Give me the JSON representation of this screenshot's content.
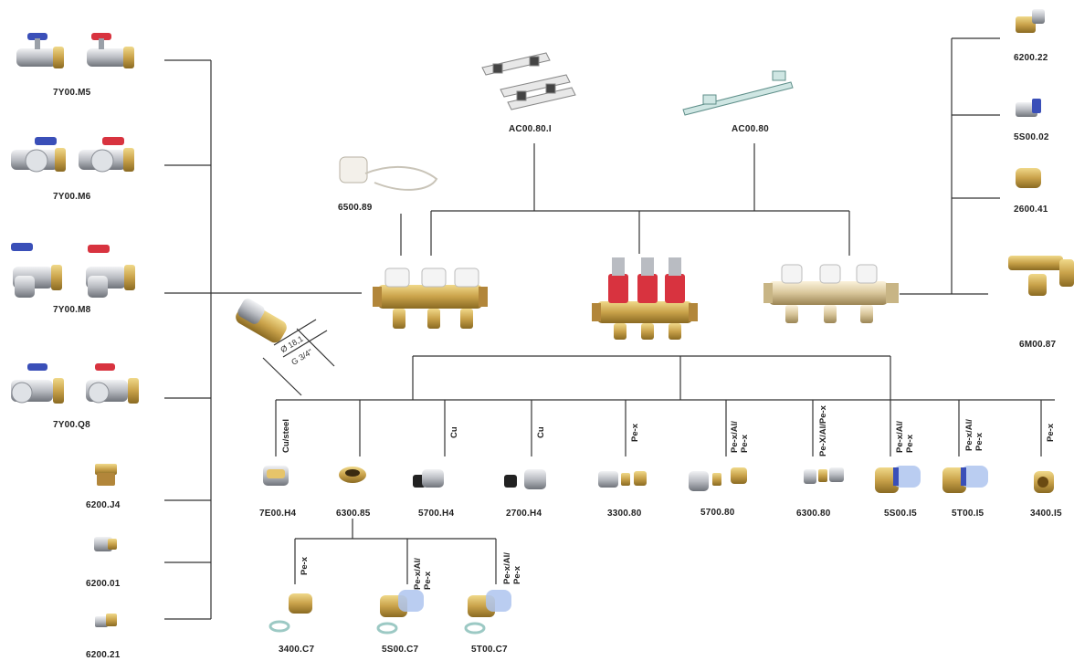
{
  "left_items": [
    {
      "code": "7Y00.M5"
    },
    {
      "code": "7Y00.M6"
    },
    {
      "code": "7Y00.M8"
    },
    {
      "code": "7Y00.Q8"
    },
    {
      "code": "6200.J4"
    },
    {
      "code": "6200.01"
    },
    {
      "code": "6200.21"
    }
  ],
  "top_items": [
    {
      "code": "AC00.80.I"
    },
    {
      "code": "AC00.80"
    },
    {
      "code": "6500.89"
    }
  ],
  "right_items": [
    {
      "code": "6200.22"
    },
    {
      "code": "5S00.02"
    },
    {
      "code": "2600.41"
    },
    {
      "code": "6M00.87"
    }
  ],
  "dimension": {
    "diameter": "Ø 18,1",
    "thread": "G 3/4\""
  },
  "bottom_items": [
    {
      "code": "7E00.H4",
      "pipe": [
        "Cu/steel"
      ]
    },
    {
      "code": "6300.85",
      "pipe": []
    },
    {
      "code": "5700.H4",
      "pipe": [
        "Cu"
      ]
    },
    {
      "code": "2700.H4",
      "pipe": [
        "Cu"
      ]
    },
    {
      "code": "3300.80",
      "pipe": [
        "Pe-x"
      ]
    },
    {
      "code": "5700.80",
      "pipe": [
        "Pe-x/Al/",
        "Pe-x"
      ]
    },
    {
      "code": "6300.80",
      "pipe": [
        "Pe-X/Al/Pe-x"
      ]
    },
    {
      "code": "5S00.I5",
      "pipe": [
        "Pe-x/Al/",
        "Pe-x"
      ]
    },
    {
      "code": "5T00.I5",
      "pipe": [
        "Pe-x/Al/",
        "Pe-x"
      ]
    },
    {
      "code": "3400.I5",
      "pipe": [
        "Pe-x"
      ]
    }
  ],
  "sub_items": [
    {
      "code": "3400.C7",
      "pipe": [
        "Pe-x"
      ]
    },
    {
      "code": "5S00.C7",
      "pipe": [
        "Pe-x/Al/",
        "Pe-x"
      ]
    },
    {
      "code": "5T00.C7",
      "pipe": [
        "Pe-x/Al/",
        "Pe-x"
      ]
    }
  ],
  "colors": {
    "brass": "#c9a24a",
    "line": "#333333",
    "red_handle": "#d8333f",
    "blue_handle": "#3a4fb8",
    "chrome": "#b9bcc2"
  }
}
